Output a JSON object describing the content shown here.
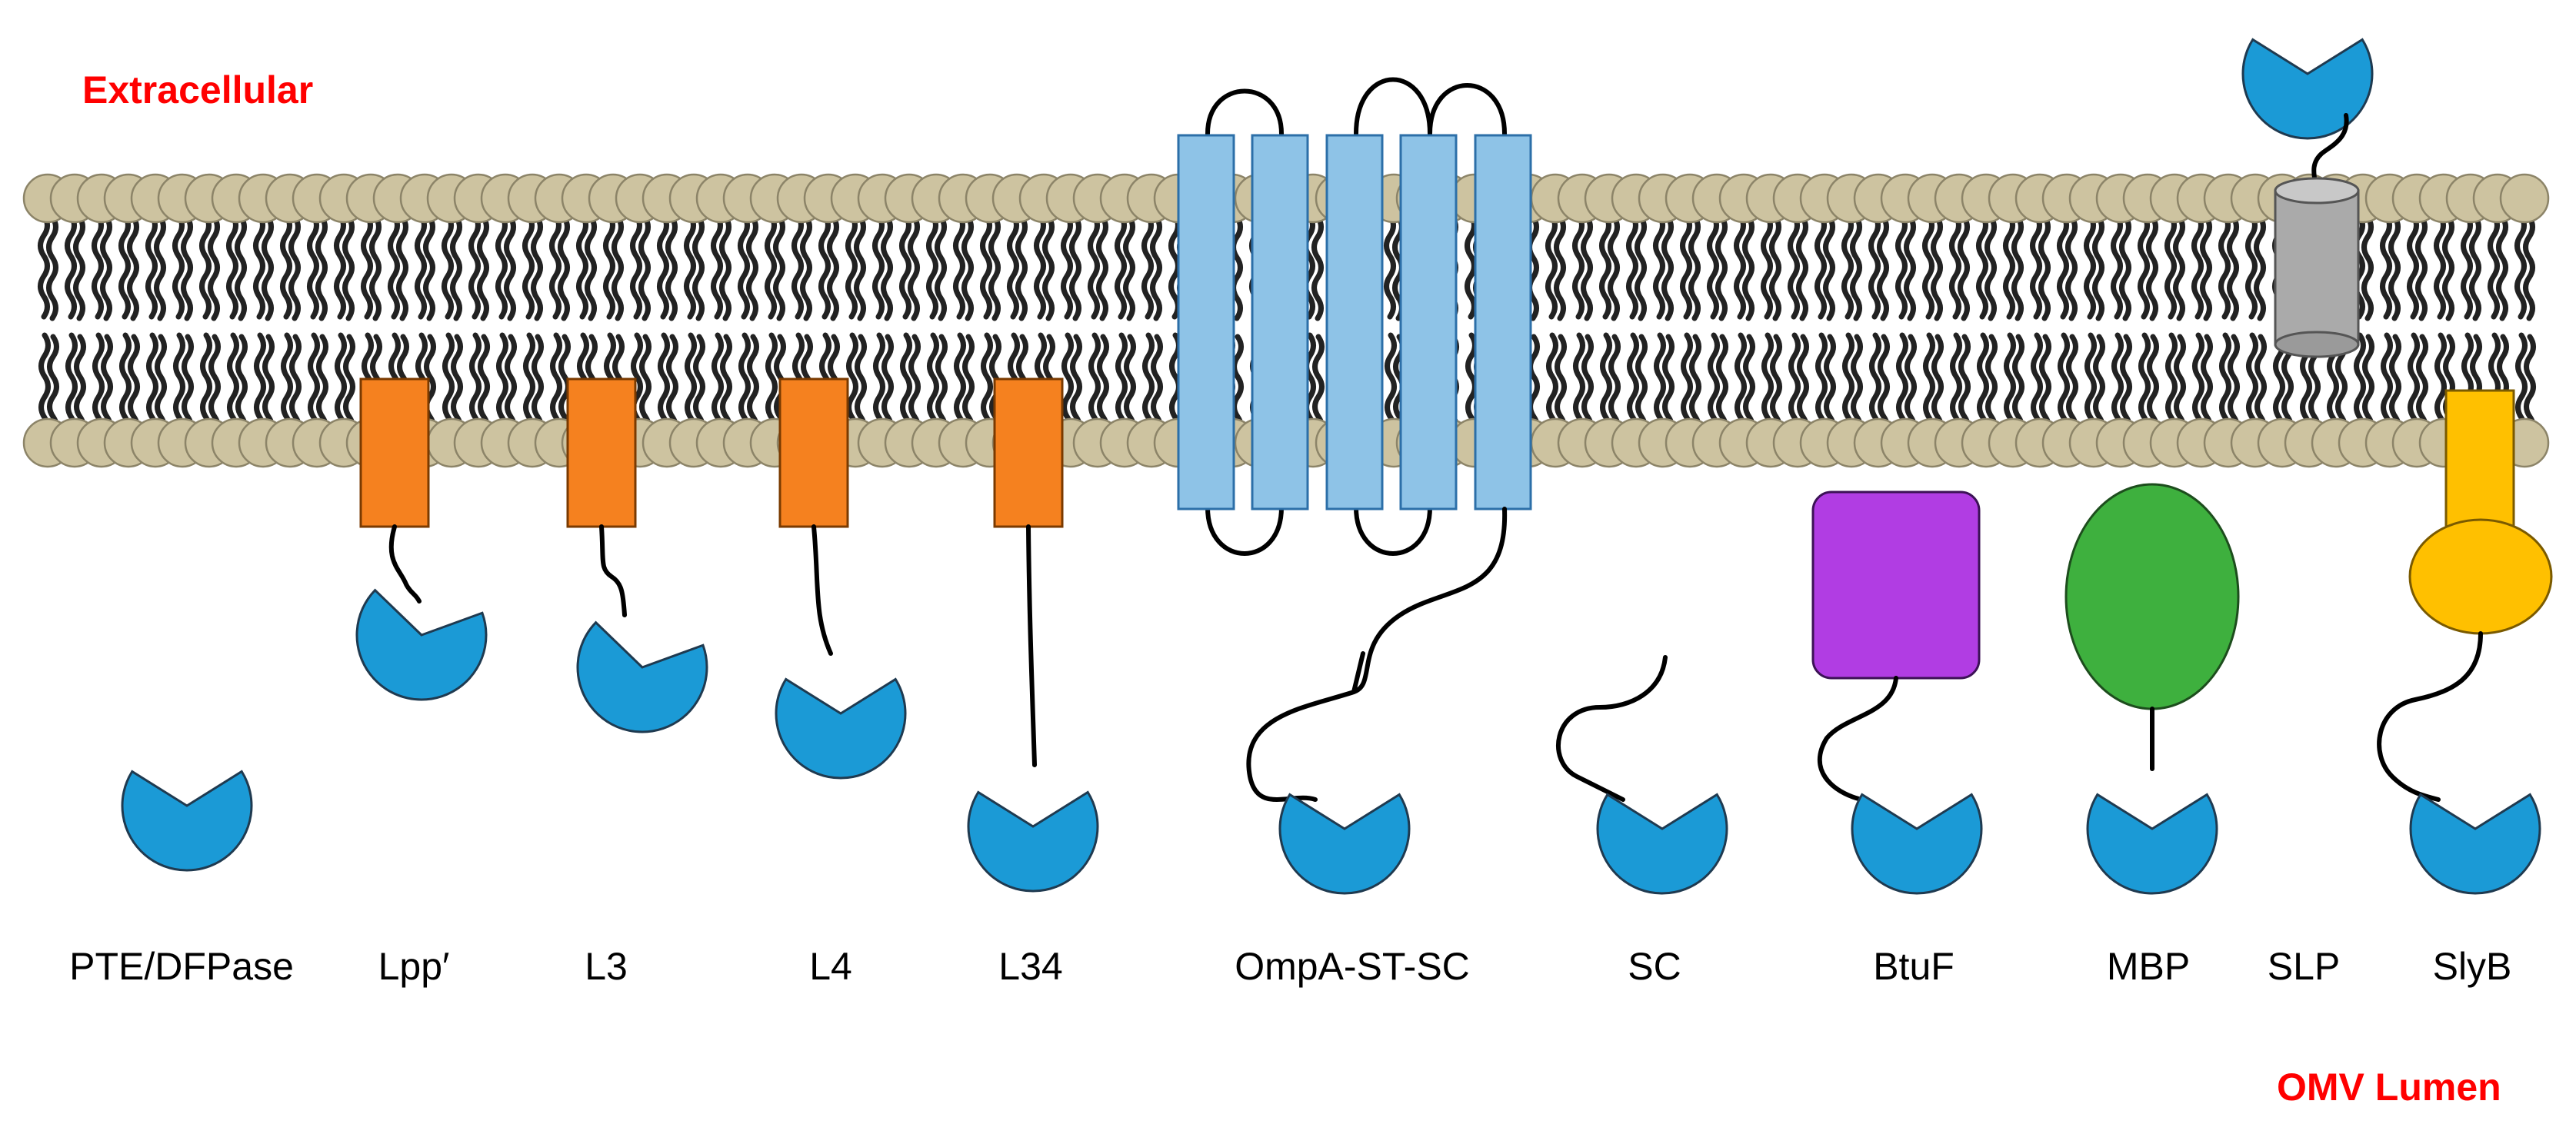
{
  "regions": {
    "top": "Extracellular",
    "bottom": "OMV Lumen"
  },
  "constructs": [
    "PTE/DFPase",
    "Lpp′",
    "L3",
    "L4",
    "L34",
    "OmpA-ST-SC",
    "SC",
    "BtuF",
    "MBP",
    "SLP",
    "SlyB"
  ],
  "colors": {
    "region_label": "#ff0000",
    "enzyme": "#1b9ad6",
    "lipid_head": "#cdc3a0",
    "lipid_tail": "#222222",
    "anchor": "#f5811f",
    "beta_barrel": "#8ec3e7",
    "btuf": "#b13de3",
    "mbp": "#3eb03e",
    "slp": "#aaaaaa",
    "slyb": "#ffc000"
  },
  "icons": {
    "enzyme": "pacman-enzyme-icon"
  }
}
